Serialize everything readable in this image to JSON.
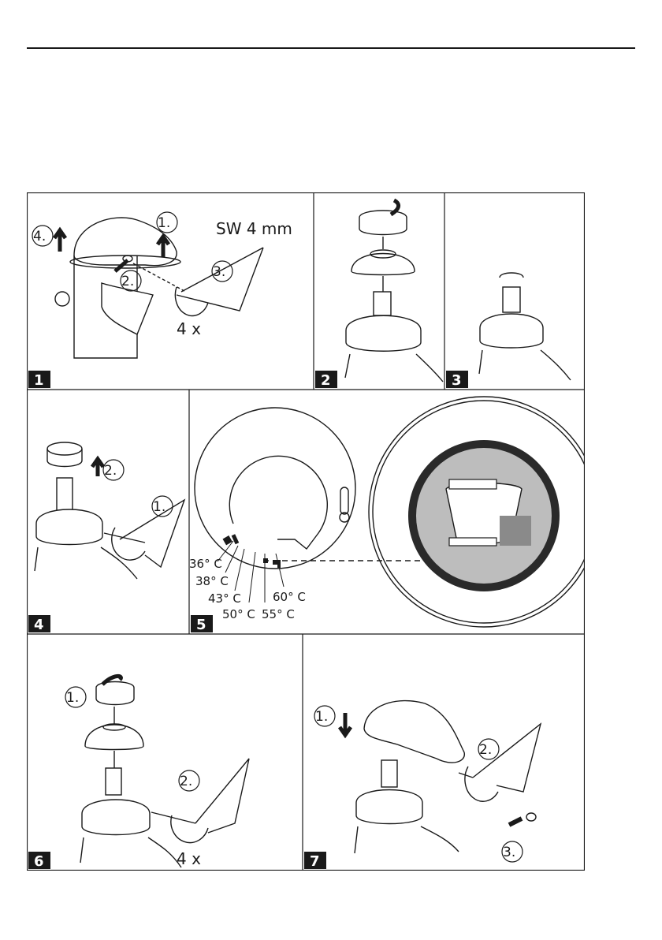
{
  "panels": {
    "p1": {
      "number": "1",
      "steps": [
        "1.",
        "2.",
        "3.",
        "4."
      ],
      "tool": "SW 4 mm",
      "repeat": "4 x"
    },
    "p2": {
      "number": "2"
    },
    "p3": {
      "number": "3"
    },
    "p4": {
      "number": "4",
      "steps": [
        "1.",
        "2."
      ]
    },
    "p5": {
      "number": "5",
      "temps": [
        "36° C",
        "38° C",
        "43° C",
        "50° C",
        "55° C",
        "60° C"
      ]
    },
    "p6": {
      "number": "6",
      "steps": [
        "1.",
        "2."
      ],
      "repeat": "4 x"
    },
    "p7": {
      "number": "7",
      "steps": [
        "1.",
        "2.",
        "3."
      ]
    }
  }
}
